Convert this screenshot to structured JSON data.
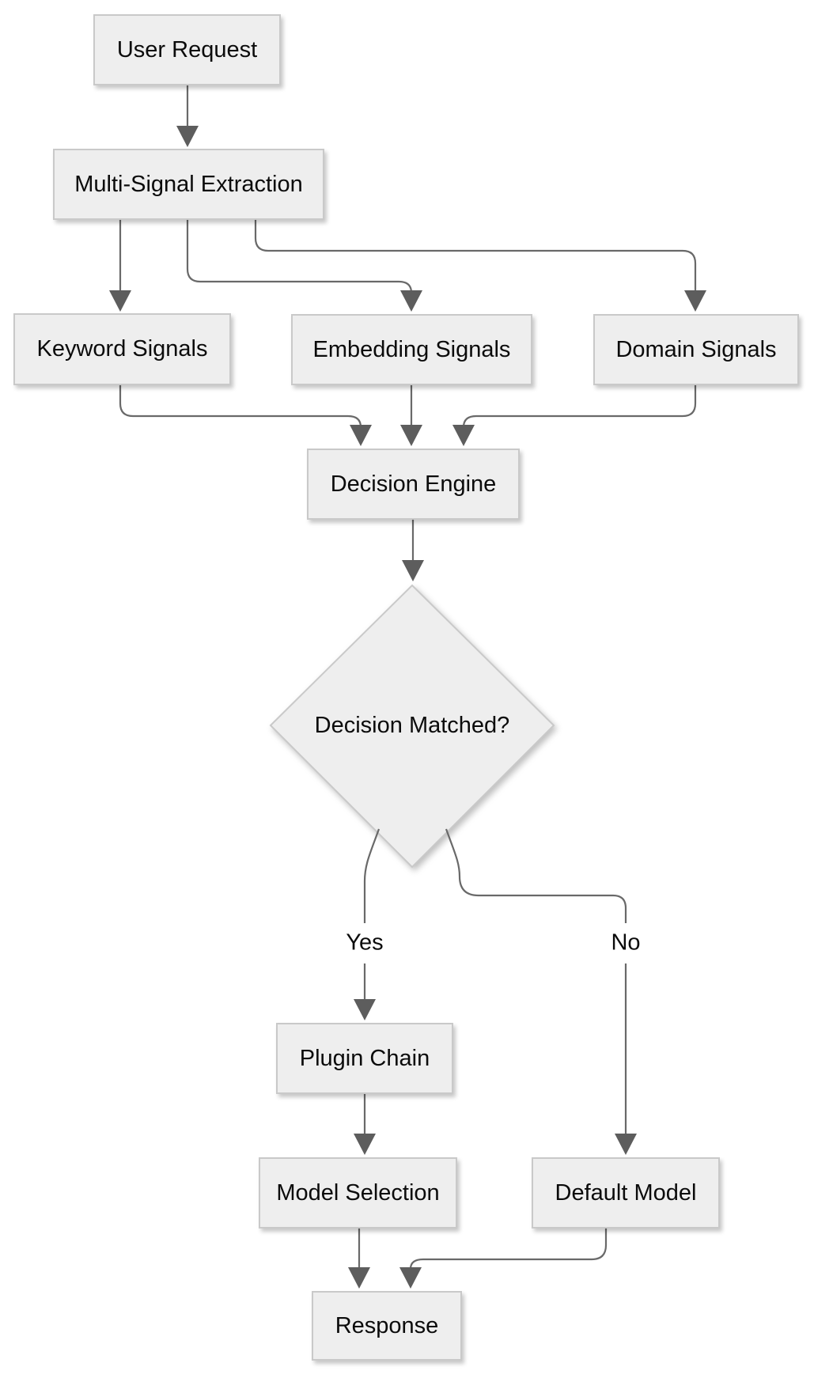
{
  "diagram": {
    "type": "flowchart",
    "direction": "top-down",
    "nodes": {
      "user_request": {
        "label": "User Request",
        "shape": "rect"
      },
      "multi_signal": {
        "label": "Multi-Signal Extraction",
        "shape": "rect"
      },
      "keyword": {
        "label": "Keyword Signals",
        "shape": "rect"
      },
      "embedding": {
        "label": "Embedding Signals",
        "shape": "rect"
      },
      "domain": {
        "label": "Domain Signals",
        "shape": "rect"
      },
      "decision_engine": {
        "label": "Decision Engine",
        "shape": "rect"
      },
      "decision_matched": {
        "label": "Decision Matched?",
        "shape": "diamond"
      },
      "plugin_chain": {
        "label": "Plugin Chain",
        "shape": "rect"
      },
      "model_selection": {
        "label": "Model Selection",
        "shape": "rect"
      },
      "default_model": {
        "label": "Default Model",
        "shape": "rect"
      },
      "response": {
        "label": "Response",
        "shape": "rect"
      }
    },
    "edge_labels": {
      "yes": "Yes",
      "no": "No"
    },
    "edges": [
      {
        "from": "user_request",
        "to": "multi_signal",
        "label": ""
      },
      {
        "from": "multi_signal",
        "to": "keyword",
        "label": ""
      },
      {
        "from": "multi_signal",
        "to": "embedding",
        "label": ""
      },
      {
        "from": "multi_signal",
        "to": "domain",
        "label": ""
      },
      {
        "from": "keyword",
        "to": "decision_engine",
        "label": ""
      },
      {
        "from": "embedding",
        "to": "decision_engine",
        "label": ""
      },
      {
        "from": "domain",
        "to": "decision_engine",
        "label": ""
      },
      {
        "from": "decision_engine",
        "to": "decision_matched",
        "label": ""
      },
      {
        "from": "decision_matched",
        "to": "plugin_chain",
        "label": "Yes"
      },
      {
        "from": "decision_matched",
        "to": "default_model",
        "label": "No"
      },
      {
        "from": "plugin_chain",
        "to": "model_selection",
        "label": ""
      },
      {
        "from": "model_selection",
        "to": "response",
        "label": ""
      },
      {
        "from": "default_model",
        "to": "response",
        "label": ""
      }
    ],
    "colors": {
      "background": "#ffffff",
      "node_fill": "#eeeeee",
      "node_border": "#c9c9c9",
      "line": "#696969",
      "arrowhead": "#5d5d5d",
      "text": "#0b0b0b"
    }
  }
}
